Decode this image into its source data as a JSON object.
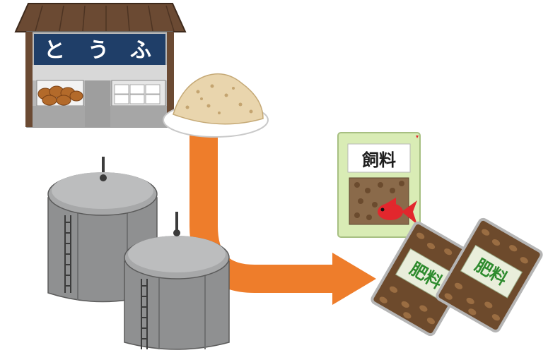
{
  "shop": {
    "sign_chars": [
      "と",
      "う",
      "ふ"
    ]
  },
  "feed_bag": {
    "label": "飼料"
  },
  "fertilizer_bags": [
    {
      "label": "肥料"
    },
    {
      "label": "肥料"
    }
  ],
  "colors": {
    "arrow": "#ee7d2b",
    "sign_bg": "#1f3e68",
    "roof": "#6b4a33",
    "tank": "#9a9b9c",
    "feed_bag": "#d9ecb5",
    "fertilizer_label": "#2e8b2e",
    "okara": "#e9d5ad"
  }
}
